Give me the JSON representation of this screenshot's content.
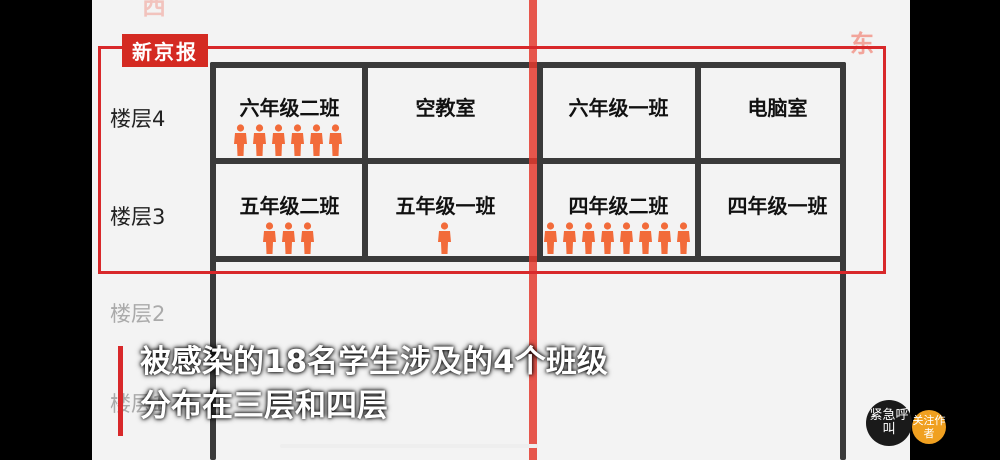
{
  "brand": "新京报",
  "compass": {
    "west": "西",
    "east": "东"
  },
  "floors": [
    {
      "label": "楼层4",
      "rooms": [
        {
          "name": "六年级二班",
          "infected": 6
        },
        {
          "name": "空教室",
          "infected": 0
        },
        {
          "name": "六年级一班",
          "infected": 0
        },
        {
          "name": "电脑室",
          "infected": 0
        }
      ]
    },
    {
      "label": "楼层3",
      "rooms": [
        {
          "name": "五年级二班",
          "infected": 3
        },
        {
          "name": "五年级一班",
          "infected": 1
        },
        {
          "name": "四年级二班",
          "infected": 8
        },
        {
          "name": "四年级一班",
          "infected": 0
        }
      ]
    },
    {
      "label": "楼层2"
    },
    {
      "label": "楼层1"
    }
  ],
  "caption": {
    "line1": "被感染的18名学生涉及的4个班级",
    "line2": "分布在三层和四层"
  },
  "channel_logo": "紧急呼叫",
  "follow_label": "关注作者",
  "colors": {
    "accent": "#d8282a",
    "person": "#f26b3a"
  }
}
